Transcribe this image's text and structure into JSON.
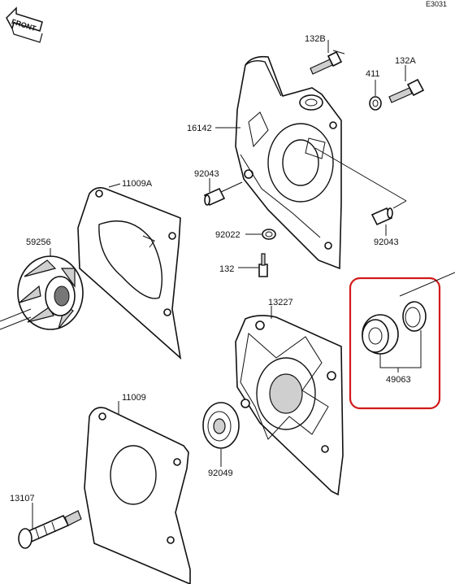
{
  "diagram_code": "E3031",
  "front_label": "FRONT",
  "highlight_color": "#d11a1a",
  "labels": {
    "p132B": "132B",
    "p411": "411",
    "p132A": "132A",
    "p16142": "16142",
    "p11009A": "11009A",
    "p92043a": "92043",
    "p92043b": "92043",
    "p92022": "92022",
    "p59256": "59256",
    "p132": "132",
    "p13227": "13227",
    "p49063": "49063",
    "p11009": "11009",
    "p92049": "92049",
    "p13107": "13107"
  }
}
